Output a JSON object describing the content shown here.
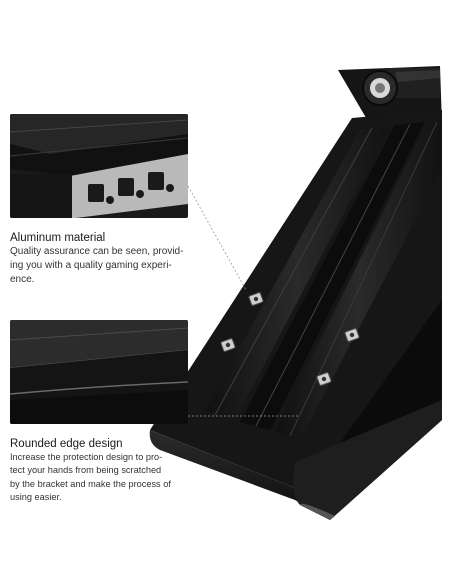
{
  "features": [
    {
      "title": "Aluminum material",
      "description_lines": [
        "Quality assurance can be seen, provid-",
        "ing you with a quality gaming experi-",
        "ence."
      ]
    },
    {
      "title": "Rounded edge design",
      "description_lines": [
        "Increase the protection design to pro-",
        "tect your hands from being scratched",
        "by the bracket and make the process of",
        "using easier."
      ]
    }
  ],
  "colors": {
    "background": "#ffffff",
    "metal": "#1c1c1c",
    "text": "#222222",
    "guide_line": "#9a9a9a"
  },
  "icons": [
    "aluminum-profile-closeup",
    "rounded-edge-closeup",
    "bracket-product-photo",
    "knob-icon"
  ]
}
